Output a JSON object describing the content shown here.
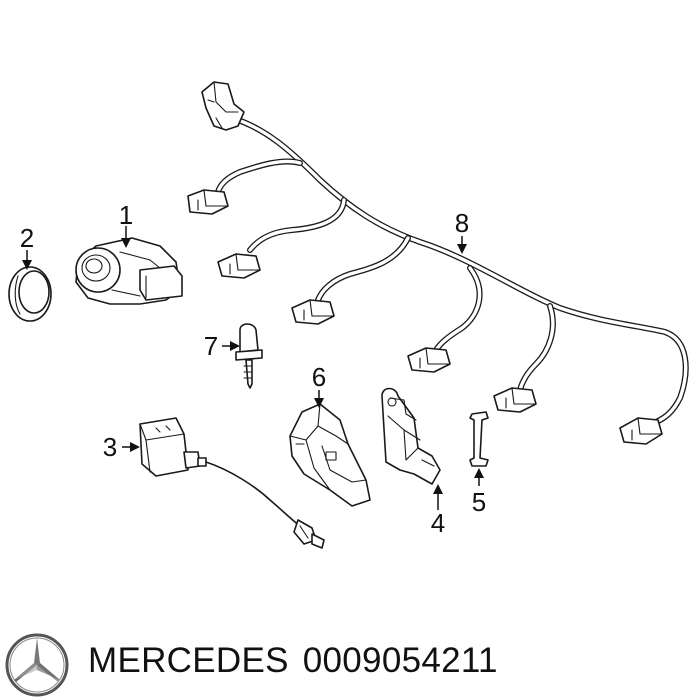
{
  "callouts": {
    "c1": "1",
    "c2": "2",
    "c3": "3",
    "c4": "4",
    "c5": "5",
    "c6": "6",
    "c7": "7",
    "c8": "8"
  },
  "caption": {
    "brand": "MERCEDES",
    "part_number": "0009054211"
  },
  "logo": {
    "icon": "mercedes-star-icon"
  },
  "colors": {
    "line": "#1a1a1a",
    "background": "#ffffff"
  }
}
